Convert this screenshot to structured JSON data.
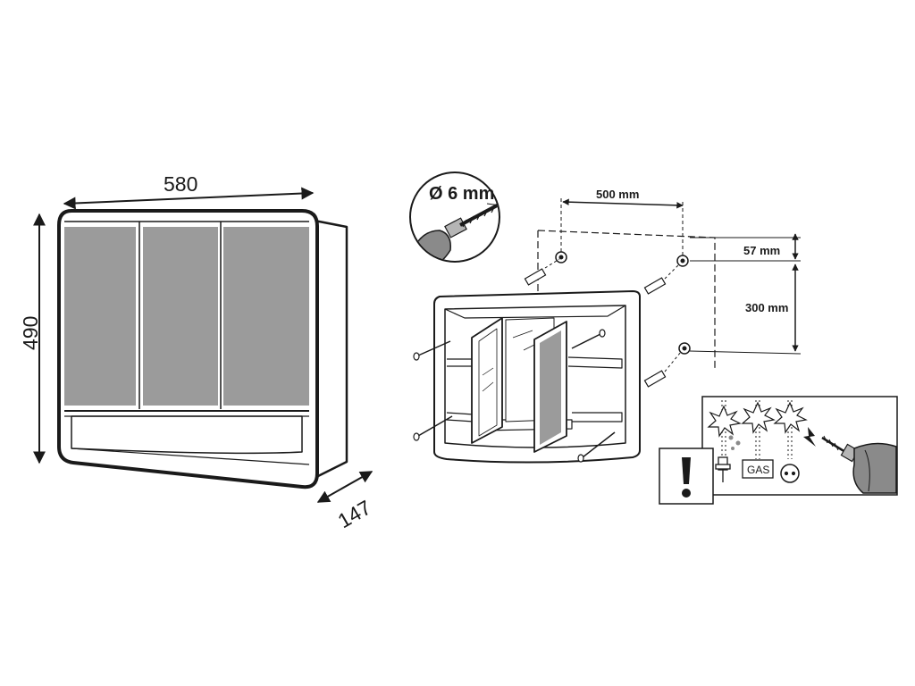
{
  "front_view": {
    "width_label": "580",
    "height_label": "490",
    "depth_label": "147"
  },
  "mounting": {
    "drill_diameter_label": "Ø 6 mm",
    "hole_spacing_label": "500 mm",
    "top_offset_label": "57 mm",
    "vertical_spacing_label": "300 mm"
  },
  "warning_panel": {
    "gas_label": "GAS"
  },
  "colors": {
    "line": "#1a1a1a",
    "mirror_gray": "#9b9b9b",
    "drill_gray": "#8a8a8a",
    "background": "#ffffff"
  }
}
